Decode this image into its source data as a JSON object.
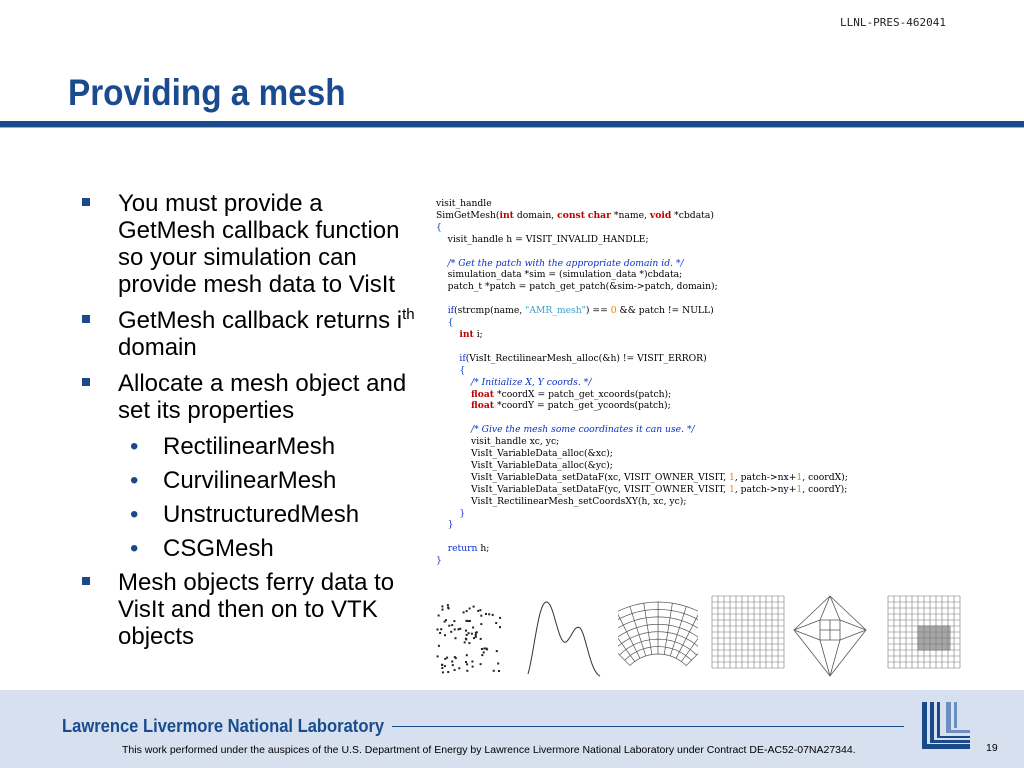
{
  "header": {
    "doc_id": "LLNL-PRES-462041"
  },
  "slide": {
    "title": "Providing a mesh",
    "bullets": [
      "You must provide a GetMesh callback function so your simulation can provide mesh data to VisIt",
      {
        "before": "GetMesh callback returns i",
        "sup": "th",
        "after": " domain"
      },
      "Allocate a mesh object and set its properties",
      "Mesh objects ferry data to VisIt and then on to VTK objects"
    ],
    "sub_bullets": [
      "RectilinearMesh",
      "CurvilinearMesh",
      "UnstructuredMesh",
      "CSGMesh"
    ],
    "sub_bullet_glyph": "•",
    "code_lines": [
      "visit_handle",
      "SimGetMesh(int domain, const char *name, void *cbdata)",
      "{",
      "    visit_handle h = VISIT_INVALID_HANDLE;",
      "",
      "    /* Get the patch with the appropriate domain id. */",
      "    simulation_data *sim = (simulation_data *)cbdata;",
      "    patch_t *patch = patch_get_patch(&sim->patch, domain);",
      "",
      "    if(strcmp(name, \"AMR_mesh\") == 0 && patch != NULL)",
      "    {",
      "        int i;",
      "",
      "        if(VisIt_RectilinearMesh_alloc(&h) != VISIT_ERROR)",
      "        {",
      "            /* Initialize X, Y coords. */",
      "            float *coordX = patch_get_xcoords(patch);",
      "            float *coordY = patch_get_ycoords(patch);",
      "",
      "            /* Give the mesh some coordinates it can use. */",
      "            visit_handle xc, yc;",
      "            VisIt_VariableData_alloc(&xc);",
      "            VisIt_VariableData_alloc(&yc);",
      "            VisIt_VariableData_setDataF(xc, VISIT_OWNER_VISIT, 1, patch->nx+1, coordX);",
      "            VisIt_VariableData_setDataF(yc, VISIT_OWNER_VISIT, 1, patch->ny+1, coordY);",
      "            VisIt_RectilinearMesh_setCoordsXY(h, xc, yc);",
      "        }",
      "    }",
      "",
      "    return h;",
      "}"
    ],
    "thumbnails": [
      "point-mesh",
      "curve-mesh",
      "curvilinear-mesh",
      "rectilinear-mesh",
      "unstructured-mesh",
      "amr-mesh"
    ]
  },
  "footer": {
    "lab_name": "Lawrence Livermore National Laboratory",
    "note": "This work performed under the auspices of the U.S. Department of Energy by Lawrence Livermore National Laboratory under Contract DE-AC52-07NA27344.",
    "page_number": "19"
  },
  "colors": {
    "title_blue": "#1b4b8f",
    "footer_band": "#d6e0ee",
    "keyword_red": "#c00000",
    "comment_blue": "#0b2fc9"
  }
}
